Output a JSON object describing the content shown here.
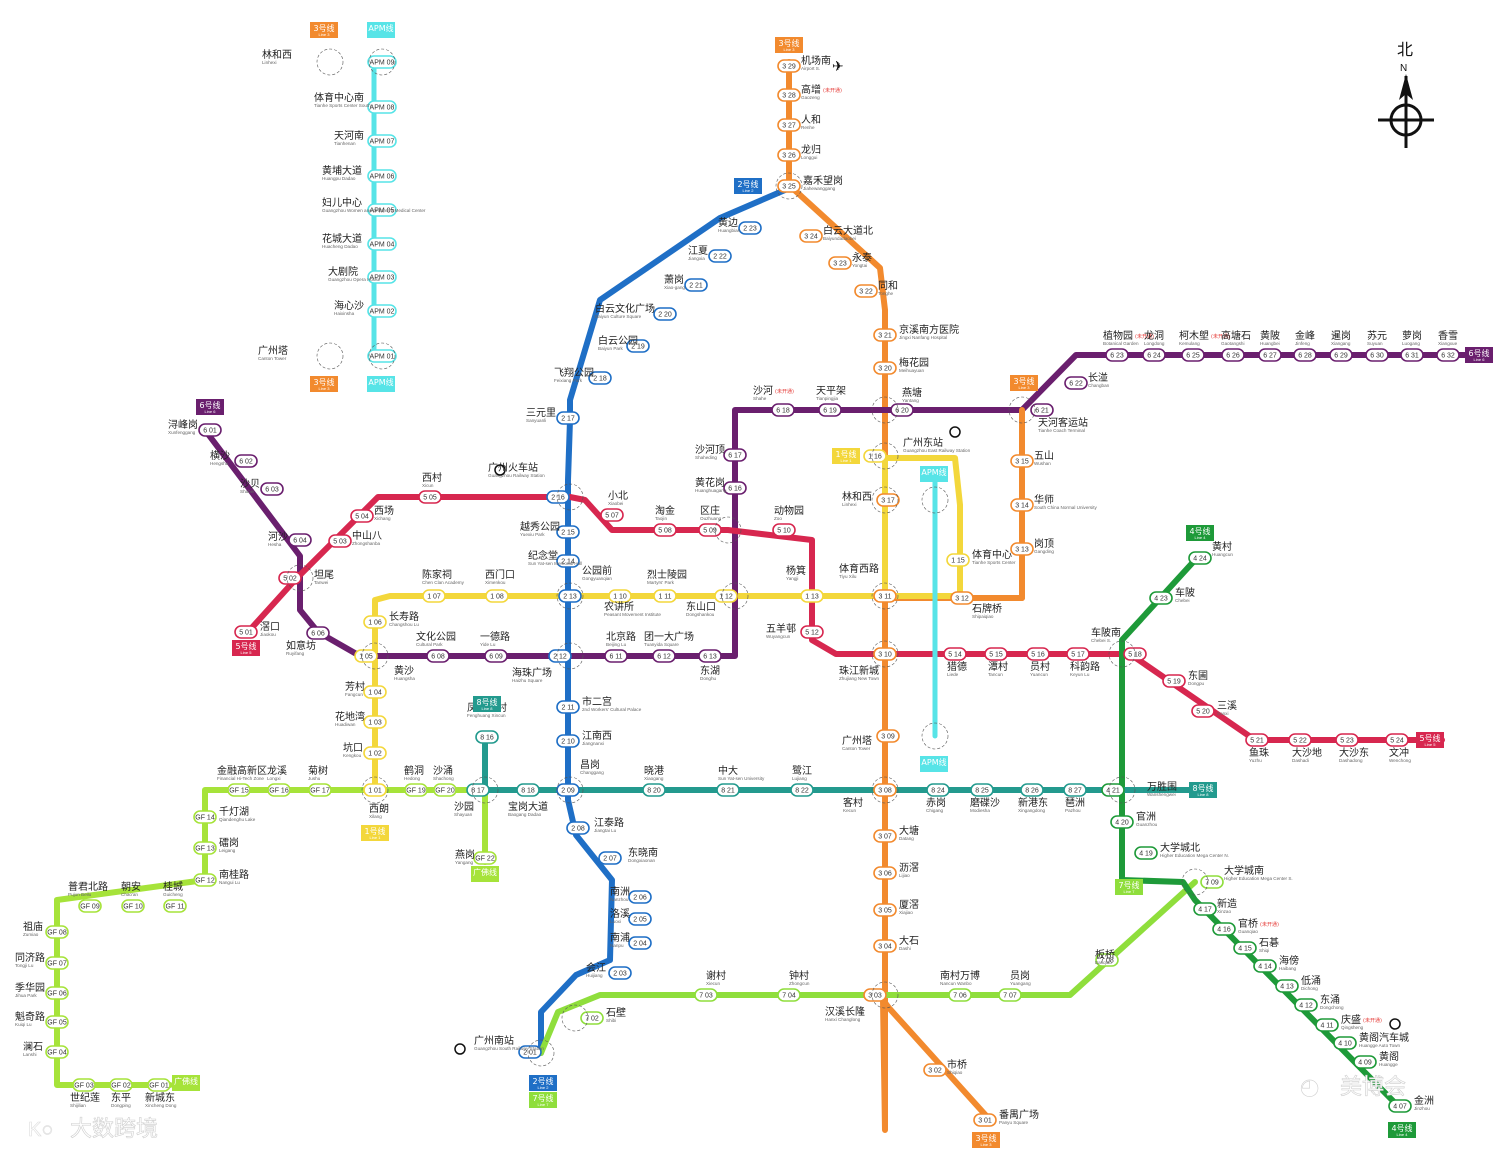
{
  "compass": {
    "north_cn": "北",
    "north_letter": "N"
  },
  "watermarks": {
    "left": "大数跨境",
    "right": "美博会"
  },
  "lines": {
    "l1": {
      "color": "#f3d73b",
      "badge": "1号线",
      "badge_en": "Line 1"
    },
    "l2": {
      "color": "#1f6fc6",
      "badge": "2号线",
      "badge_en": "Line 2"
    },
    "l3": {
      "color": "#f28a2e",
      "badge": "3号线",
      "badge_en": "Line 3"
    },
    "l4": {
      "color": "#1e9a39",
      "badge": "4号线",
      "badge_en": "Line 4"
    },
    "l5": {
      "color": "#d7274f",
      "badge": "5号线",
      "badge_en": "Line 5"
    },
    "l6": {
      "color": "#6a1f6e",
      "badge": "6号线",
      "badge_en": "Line 6"
    },
    "l7": {
      "color": "#8fde3c",
      "badge": "7号线",
      "badge_en": "Line 7"
    },
    "l8": {
      "color": "#239a8e",
      "badge": "8号线",
      "badge_en": "Line 8"
    },
    "gf": {
      "color": "#a6e33a",
      "badge": "广佛线",
      "badge_en": ""
    },
    "apm": {
      "color": "#57e4e7",
      "badge": "APM线",
      "badge_en": ""
    }
  },
  "stations": [
    {
      "name": "机场南",
      "en": "Airport S.",
      "code": "3 29"
    },
    {
      "name": "高增",
      "en": "Gaozeng",
      "note": "(未开通)",
      "code": "3 28"
    },
    {
      "name": "人和",
      "en": "Renhe",
      "code": "3 27"
    },
    {
      "name": "龙归",
      "en": "Longgui",
      "code": "3 26"
    },
    {
      "name": "嘉禾望岗",
      "en": "Jiahewanggang",
      "code": "3 25"
    },
    {
      "name": "白云大道北",
      "en": "Baiyundadaobei",
      "code": "3 24"
    },
    {
      "name": "永泰",
      "en": "Yongtai",
      "code": "3 23"
    },
    {
      "name": "同和",
      "en": "Tonghe",
      "code": "3 22"
    },
    {
      "name": "京溪南方医院",
      "en": "Jingxi Nanfang Hospital",
      "code": "3 21"
    },
    {
      "name": "梅花园",
      "en": "Meihuayuan",
      "code": "3 20"
    },
    {
      "name": "燕塘",
      "en": "Yantang",
      "code": "6 20"
    },
    {
      "name": "天河客运站",
      "en": "Tianhe Coach Terminal",
      "code": "6 21"
    },
    {
      "name": "五山",
      "en": "Wushan",
      "code": "3 15"
    },
    {
      "name": "华师",
      "en": "South China Normal University",
      "code": "3 14"
    },
    {
      "name": "岗顶",
      "en": "Gangding",
      "code": "3 13"
    },
    {
      "name": "石牌桥",
      "en": "Shipaiqiao",
      "code": "3 12"
    },
    {
      "name": "体育西路",
      "en": "Tiyu Xilu",
      "code": "3 11"
    },
    {
      "name": "珠江新城",
      "en": "Zhujiang New Town",
      "code": "3 10"
    },
    {
      "name": "广州塔",
      "en": "Canton Tower",
      "code": "3 09"
    },
    {
      "name": "客村",
      "en": "Kecun",
      "code": "3 08"
    },
    {
      "name": "大塘",
      "en": "Datang",
      "code": "3 07"
    },
    {
      "name": "沥滘",
      "en": "Lijiao",
      "code": "3 06"
    },
    {
      "name": "厦滘",
      "en": "Xiajiao",
      "code": "3 05"
    },
    {
      "name": "大石",
      "en": "Dashi",
      "code": "3 04"
    },
    {
      "name": "汉溪长隆",
      "en": "Hanxi Changlong",
      "code": "3 03"
    },
    {
      "name": "市桥",
      "en": "Shiqiao",
      "code": "3 02"
    },
    {
      "name": "番禺广场",
      "en": "Panyu Square",
      "code": "3 01"
    },
    {
      "name": "广州东站",
      "en": "Guangzhou East Railway Station",
      "code": "1 16"
    },
    {
      "name": "林和西",
      "en": "Linhexi",
      "code": "3 17"
    },
    {
      "name": "体育中心",
      "en": "Tianhe Sports Center",
      "code": "1 15"
    },
    {
      "name": "黄边",
      "en": "Huangbian",
      "code": "2 23"
    },
    {
      "name": "江夏",
      "en": "Jiangxia",
      "code": "2 22"
    },
    {
      "name": "萧岗",
      "en": "Xiao-gang",
      "code": "2 21"
    },
    {
      "name": "白云文化广场",
      "en": "Baiyun Culture Square",
      "code": "2 20"
    },
    {
      "name": "白云公园",
      "en": "Baiyun Park",
      "code": "2 19"
    },
    {
      "name": "飞翔公园",
      "en": "Feixiang Park",
      "code": "2 18"
    },
    {
      "name": "三元里",
      "en": "Sanyuanli",
      "code": "2 17"
    },
    {
      "name": "广州火车站",
      "en": "Guangzhou Railway Station",
      "code": "2 16"
    },
    {
      "name": "越秀公园",
      "en": "Yuexiu Park",
      "code": "2 15"
    },
    {
      "name": "纪念堂",
      "en": "Sun Yat-sen Memorial Hall",
      "code": "2 14"
    },
    {
      "name": "公园前",
      "en": "Gongyuanqian",
      "code": "2 13"
    },
    {
      "name": "海珠广场",
      "en": "Haizhu Square",
      "code": "2 12"
    },
    {
      "name": "市二宫",
      "en": "2nd Workers' Cultural Palace",
      "code": "2 11"
    },
    {
      "name": "江南西",
      "en": "Jiangnanxi",
      "code": "2 10"
    },
    {
      "name": "昌岗",
      "en": "Changgang",
      "code": "2 09"
    },
    {
      "name": "江泰路",
      "en": "Jiangtai Lu",
      "code": "2 08"
    },
    {
      "name": "东晓南",
      "en": "Dongxiaonan",
      "code": "2 07"
    },
    {
      "name": "南洲",
      "en": "Nanzhou",
      "code": "2 06"
    },
    {
      "name": "洛溪",
      "en": "Luoxi",
      "code": "2 05"
    },
    {
      "name": "南浦",
      "en": "Nanpu",
      "code": "2 04"
    },
    {
      "name": "会江",
      "en": "Huijiang",
      "code": "2 03"
    },
    {
      "name": "石壁",
      "en": "Shibi",
      "code": "7 02"
    },
    {
      "name": "广州南站",
      "en": "Guangzhou South Railway Station",
      "code": "2 01"
    },
    {
      "name": "谢村",
      "en": "Xiecun",
      "code": "7 03"
    },
    {
      "name": "钟村",
      "en": "Zhongcun",
      "code": "7 04"
    },
    {
      "name": "南村万博",
      "en": "Nancun Wanbo",
      "code": "7 06"
    },
    {
      "name": "员岗",
      "en": "Yuangang",
      "code": "7 07"
    },
    {
      "name": "板桥",
      "en": "Banqiao",
      "code": "7 08"
    },
    {
      "name": "大学城南",
      "en": "Higher Education Mega Center S.",
      "code": "7 09"
    },
    {
      "name": "西朗",
      "en": "Xilang",
      "code": "1 01"
    },
    {
      "name": "坑口",
      "en": "Kengkou",
      "code": "1 02"
    },
    {
      "name": "花地湾",
      "en": "Huadiwan",
      "code": "1 03"
    },
    {
      "name": "芳村",
      "en": "Fangcun",
      "code": "1 04"
    },
    {
      "name": "黄沙",
      "en": "Huangsha",
      "code": "1 05"
    },
    {
      "name": "长寿路",
      "en": "Changshou Lu",
      "code": "1 06"
    },
    {
      "name": "陈家祠",
      "en": "Chen Clan Academy",
      "code": "1 07"
    },
    {
      "name": "西门口",
      "en": "Ximenkou",
      "code": "1 08"
    },
    {
      "name": "农讲所",
      "en": "Peasant Movement Institute",
      "code": "1 10"
    },
    {
      "name": "烈士陵园",
      "en": "Martyrs' Park",
      "code": "1 11"
    },
    {
      "name": "东山口",
      "en": "Dongshankou",
      "code": "1 12"
    },
    {
      "name": "杨箕",
      "en": "Yangji",
      "code": "1 13"
    },
    {
      "name": "滘口",
      "en": "Jiaokou",
      "code": "5 01"
    },
    {
      "name": "坦尾",
      "en": "Tanwei",
      "code": "5 02"
    },
    {
      "name": "中山八",
      "en": "Zhongshanba",
      "code": "5 03"
    },
    {
      "name": "西场",
      "en": "Xichang",
      "code": "5 04"
    },
    {
      "name": "西村",
      "en": "Xicun",
      "code": "5 05"
    },
    {
      "name": "小北",
      "en": "Xiaobei",
      "code": "5 07"
    },
    {
      "name": "淘金",
      "en": "Taojin",
      "code": "5 08"
    },
    {
      "name": "区庄",
      "en": "Ouzhuang",
      "code": "5 09"
    },
    {
      "name": "动物园",
      "en": "Zoo",
      "code": "5 10"
    },
    {
      "name": "五羊邨",
      "en": "Wuyangcun",
      "code": "5 12"
    },
    {
      "name": "猎德",
      "en": "Liede",
      "code": "5 14"
    },
    {
      "name": "潭村",
      "en": "Tancun",
      "code": "5 15"
    },
    {
      "name": "员村",
      "en": "Yuancun",
      "code": "5 16"
    },
    {
      "name": "科韵路",
      "en": "Keyun Lu",
      "code": "5 17"
    },
    {
      "name": "车陂南",
      "en": "Chebei S.",
      "code": "5 18"
    },
    {
      "name": "东圃",
      "en": "Dongpu",
      "code": "5 19"
    },
    {
      "name": "三溪",
      "en": "Sanxi",
      "code": "5 20"
    },
    {
      "name": "鱼珠",
      "en": "Yuzhu",
      "code": "5 21"
    },
    {
      "name": "大沙地",
      "en": "Dashadi",
      "code": "5 22"
    },
    {
      "name": "大沙东",
      "en": "Dashadong",
      "code": "5 23"
    },
    {
      "name": "文冲",
      "en": "Wenchong",
      "code": "5 24"
    },
    {
      "name": "浔峰岗",
      "en": "Xunfenggang",
      "code": "6 01"
    },
    {
      "name": "横沙",
      "en": "Hengsha",
      "code": "6 02"
    },
    {
      "name": "沙贝",
      "en": "Shabei",
      "code": "6 03"
    },
    {
      "name": "河沙",
      "en": "Hesha",
      "code": "6 04"
    },
    {
      "name": "如意坊",
      "en": "Ruyifang",
      "code": "6 06"
    },
    {
      "name": "文化公园",
      "en": "Cultural Park",
      "code": "6 08"
    },
    {
      "name": "一德路",
      "en": "Yide Lu",
      "code": "6 09"
    },
    {
      "name": "北京路",
      "en": "Beijing Lu",
      "code": "6 11"
    },
    {
      "name": "团一大广场",
      "en": "Tuanyida Square",
      "code": "6 12"
    },
    {
      "name": "东湖",
      "en": "Donghu",
      "code": "6 13"
    },
    {
      "name": "黄花岗",
      "en": "Huanghuagang",
      "code": "6 16"
    },
    {
      "name": "沙河顶",
      "en": "Shaheding",
      "code": "6 17"
    },
    {
      "name": "沙河",
      "en": "Shahe",
      "note": "(未开通)",
      "code": "6 18"
    },
    {
      "name": "天平架",
      "en": "Tianpingjia",
      "code": "6 19"
    },
    {
      "name": "长湴",
      "en": "Changban",
      "code": "6 22"
    },
    {
      "name": "植物园",
      "en": "Botanical Garden",
      "note": "(未开通)",
      "code": "6 23"
    },
    {
      "name": "龙洞",
      "en": "Longdong",
      "code": "6 24"
    },
    {
      "name": "柯木塱",
      "en": "Kemulang",
      "note": "(未开通)",
      "code": "6 25"
    },
    {
      "name": "高塘石",
      "en": "Gaotangshi",
      "code": "6 26"
    },
    {
      "name": "黄陂",
      "en": "Huangbei",
      "code": "6 27"
    },
    {
      "name": "金峰",
      "en": "Jinfeng",
      "code": "6 28"
    },
    {
      "name": "暹岗",
      "en": "Xiangang",
      "code": "6 29"
    },
    {
      "name": "苏元",
      "en": "Suyuan",
      "code": "6 30"
    },
    {
      "name": "萝岗",
      "en": "Luogang",
      "code": "6 31"
    },
    {
      "name": "香雪",
      "en": "Xiangxue",
      "code": "6 32"
    },
    {
      "name": "黄村",
      "en": "Huangcun",
      "code": "4 24"
    },
    {
      "name": "车陂",
      "en": "Chebei",
      "code": "4 23"
    },
    {
      "name": "万胜围",
      "en": "Wanshengwei",
      "code": "4 21"
    },
    {
      "name": "官洲",
      "en": "Guanzhou",
      "code": "4 20"
    },
    {
      "name": "大学城北",
      "en": "Higher Education Mega Center N.",
      "code": "4 19"
    },
    {
      "name": "新造",
      "en": "Xinzao",
      "code": "4 17"
    },
    {
      "name": "官桥",
      "en": "Guanqiao",
      "note": "(未开通)",
      "code": "4 16"
    },
    {
      "name": "石碁",
      "en": "Shiqi",
      "code": "4 15"
    },
    {
      "name": "海傍",
      "en": "Haibang",
      "code": "4 14"
    },
    {
      "name": "低涌",
      "en": "Dichong",
      "code": "4 13"
    },
    {
      "name": "东涌",
      "en": "Dongchong",
      "code": "4 12"
    },
    {
      "name": "庆盛",
      "en": "Qingsheng",
      "note": "(未开通)",
      "code": "4 11"
    },
    {
      "name": "黄阁汽车城",
      "en": "Huangge Auto Town",
      "code": "4 10"
    },
    {
      "name": "黄阁",
      "en": "Huangge",
      "code": "4 09"
    },
    {
      "name": "金洲",
      "en": "Jinzhou",
      "code": "4 07"
    },
    {
      "name": "凤凰新村",
      "en": "Fenghuang Xincun",
      "code": "8 16"
    },
    {
      "name": "沙园",
      "en": "Shayuan",
      "code": "8 17"
    },
    {
      "name": "宝岗大道",
      "en": "Baogang Dadao",
      "code": "8 18"
    },
    {
      "name": "晓港",
      "en": "Xiaogang",
      "code": "8 20"
    },
    {
      "name": "中大",
      "en": "Sun Yat-sen University",
      "code": "8 21"
    },
    {
      "name": "鹭江",
      "en": "Lujiang",
      "code": "8 22"
    },
    {
      "name": "赤岗",
      "en": "Chigang",
      "code": "8 24"
    },
    {
      "name": "磨碟沙",
      "en": "Modiesha",
      "code": "8 25"
    },
    {
      "name": "新港东",
      "en": "Xingangdong",
      "code": "8 26"
    },
    {
      "name": "琶洲",
      "en": "Pazhou",
      "code": "8 27"
    },
    {
      "name": "燕岗",
      "en": "Yangang",
      "code": "GF 22"
    },
    {
      "name": "沙涌",
      "en": "Shachong",
      "code": "GF 20"
    },
    {
      "name": "鹤洞",
      "en": "Hedong",
      "code": "GF 19"
    },
    {
      "name": "菊树",
      "en": "Jushu",
      "code": "GF 17"
    },
    {
      "name": "龙溪",
      "en": "Longxi",
      "code": "GF 16"
    },
    {
      "name": "金融高新区",
      "en": "Financial Hi-Tech Zone",
      "code": "GF 15"
    },
    {
      "name": "千灯湖",
      "en": "Qiandenghu Lake",
      "code": "GF 14"
    },
    {
      "name": "礌岗",
      "en": "Leigang",
      "code": "GF 13"
    },
    {
      "name": "南桂路",
      "en": "Nangui Lu",
      "code": "GF 12"
    },
    {
      "name": "桂城",
      "en": "Guicheng",
      "code": "GF 11"
    },
    {
      "name": "朝安",
      "en": "Chao'an",
      "code": "GF 10"
    },
    {
      "name": "普君北路",
      "en": "Pujun Beilu",
      "code": "GF 09"
    },
    {
      "name": "祖庙",
      "en": "Zumiao",
      "code": "GF 08"
    },
    {
      "name": "同济路",
      "en": "Tongji Lu",
      "code": "GF 07"
    },
    {
      "name": "季华园",
      "en": "Jihua Park",
      "code": "GF 06"
    },
    {
      "name": "魁奇路",
      "en": "Kuiqi Lu",
      "code": "GF 05"
    },
    {
      "name": "澜石",
      "en": "Lanshi",
      "code": "GF 04"
    },
    {
      "name": "世纪莲",
      "en": "Shijilian",
      "code": "GF 03"
    },
    {
      "name": "东平",
      "en": "Dongping",
      "code": "GF 02"
    },
    {
      "name": "新城东",
      "en": "Xincheng Dong",
      "code": "GF 01"
    },
    {
      "name": "林和西",
      "en": "Linhexi",
      "code": "APM 09"
    },
    {
      "name": "体育中心南",
      "en": "Tianhe Sports Center South",
      "code": "APM 08"
    },
    {
      "name": "天河南",
      "en": "Tianhenan",
      "code": "APM 07"
    },
    {
      "name": "黄埔大道",
      "en": "Huangpu Dadao",
      "code": "APM 06"
    },
    {
      "name": "妇儿中心",
      "en": "Guangzhou Women and Children's Medical Center",
      "code": "APM 05"
    },
    {
      "name": "花城大道",
      "en": "Huacheng Dadao",
      "code": "APM 04"
    },
    {
      "name": "大剧院",
      "en": "Guangzhou Opera House",
      "code": "APM 03"
    },
    {
      "name": "海心沙",
      "en": "Haixinsha",
      "code": "APM 02"
    },
    {
      "name": "广州塔",
      "en": "Canton Tower",
      "code": "APM 01"
    }
  ]
}
